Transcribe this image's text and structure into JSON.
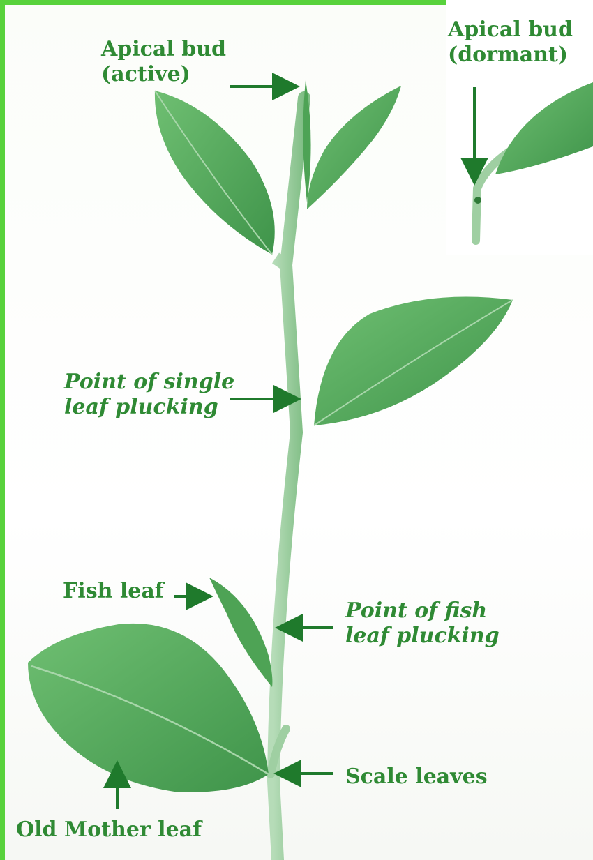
{
  "labels": {
    "apical_active": [
      "Apical bud",
      "(active)"
    ],
    "apical_dormant": [
      "Apical bud",
      "(dormant)"
    ],
    "single_leaf": [
      "Point of single",
      "leaf plucking"
    ],
    "fish_leaf": "Fish leaf",
    "fish_leaf_point": [
      "Point of fish",
      "leaf plucking"
    ],
    "scale_leaves": "Scale leaves",
    "old_mother": "Old Mother leaf"
  },
  "colors": {
    "frame": "#58d23c",
    "leaf": "#57ac5d",
    "leaf_dark": "#3f944a",
    "stem": "#93c897",
    "arrow": "#1f7a2c",
    "text": "#2f8a34"
  }
}
